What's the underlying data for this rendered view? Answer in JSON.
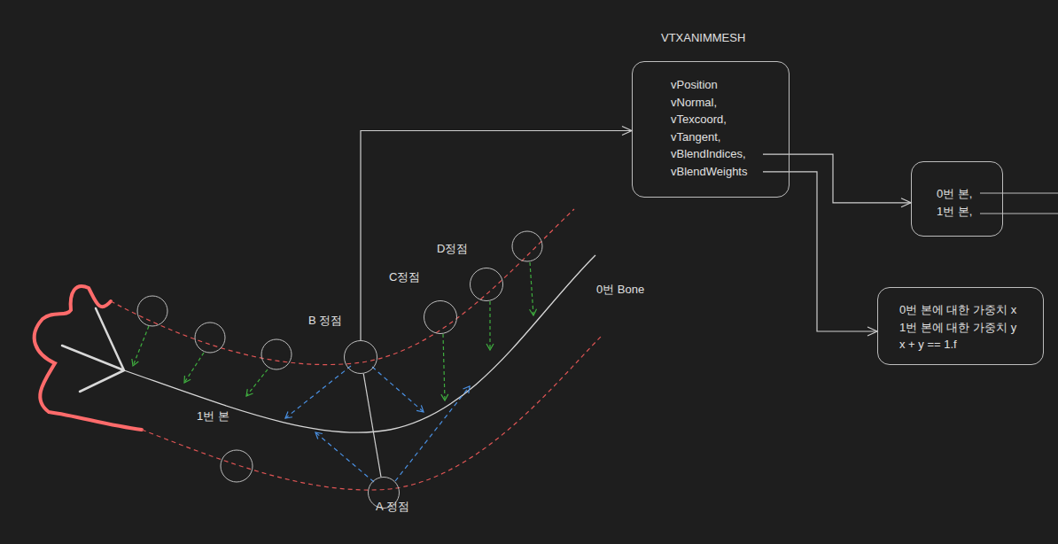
{
  "diagram": {
    "nodes": [
      {
        "text": [
          "VTXANIMMESH",
          "vPosition",
          "vNormal,",
          "vTexcoord,",
          "vTangent,",
          "vBlendIndices,",
          "vBlendWeights"
        ]
      },
      {
        "text": [
          "0번 본,",
          "1번 본,"
        ]
      },
      {
        "text": [
          "0번 본에 대한 가중치 x",
          "1번 본에 대한 가중치 y",
          "x + y == 1.f"
        ]
      },
      {
        "text": [
          "D정점"
        ]
      },
      {
        "text": [
          "C정점"
        ]
      },
      {
        "text": [
          "B 정점"
        ]
      },
      {
        "text": [
          "A 정점"
        ]
      }
    ],
    "edges": [
      {
        "from": 5,
        "to": 0,
        "arrow": "to"
      },
      {
        "from": 0,
        "to": 1,
        "arrow": "to"
      },
      {
        "from": 0,
        "to": 2,
        "arrow": "to"
      },
      {
        "from": 5,
        "to": 6,
        "arrow": "none"
      }
    ],
    "labels": [
      "1번 본",
      "0번 Bone"
    ]
  }
}
